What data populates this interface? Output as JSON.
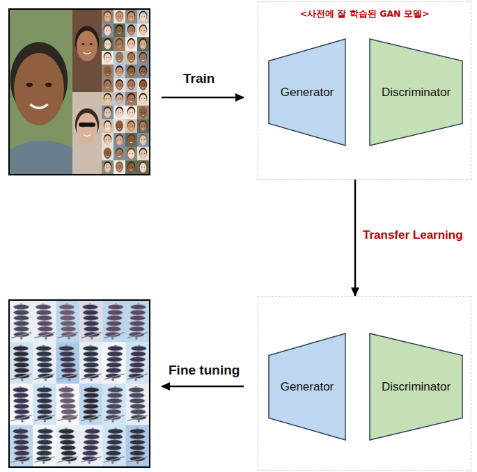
{
  "diagram": {
    "nodes": [
      {
        "text": [
          "<사전에 잘 학습된 GAN 모델>"
        ]
      },
      {
        "text": [
          "Generator"
        ],
        "in": 0
      },
      {
        "text": [
          "Discriminator"
        ],
        "in": 0
      },
      {
        "text": []
      },
      {
        "text": [
          "Generator"
        ],
        "in": 3
      },
      {
        "text": [
          "Discriminator"
        ],
        "in": 3
      }
    ],
    "edges": [
      {
        "from": 0,
        "to": 3,
        "arrow": "to",
        "label": "Transfer Learning"
      }
    ],
    "labels": [
      "Train",
      "Fine tuning"
    ]
  }
}
